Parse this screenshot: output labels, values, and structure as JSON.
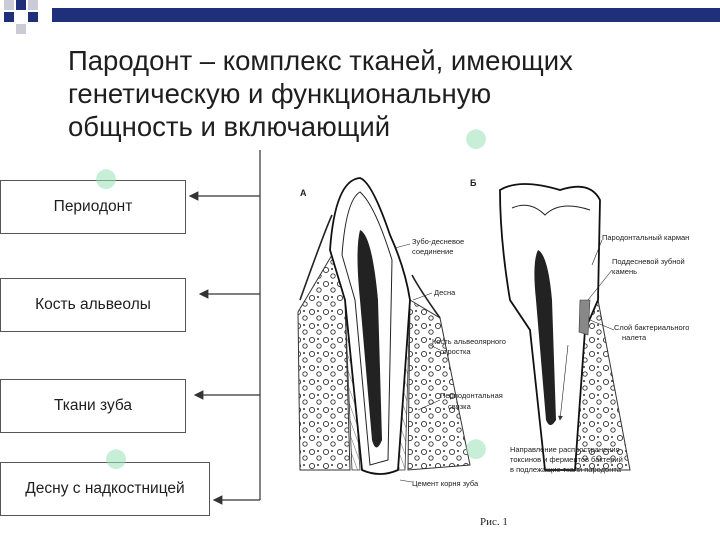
{
  "slide": {
    "title_lines": [
      "Пародонт – комплекс тканей, имеющих",
      "генетическую и функциональную",
      "общность и включающий"
    ],
    "boxes": [
      "Периодонт",
      "Кость альвеолы",
      "Ткани зуба",
      "Десну с надкостницей"
    ]
  },
  "figure": {
    "panel_a_letter": "А",
    "panel_b_letter": "Б",
    "caption": "Рис. 1",
    "labels_a": [
      "Зубо-десневое",
      "соединение",
      "Десна",
      "Кость альвеолярного",
      "отростка",
      "Периодонтальная",
      "связка",
      "Цемент корня зуба"
    ],
    "labels_b": [
      "Пародонтальный карман",
      "Поддесневой зубной",
      "камень",
      "Слой бактериального",
      "налета",
      "Направление распространения",
      "токсинов и ферментов бактерий",
      "в подлежащие ткани пародонта"
    ]
  },
  "colors": {
    "topbar": "#1f2f7a",
    "square_dark": "#1f2f7a",
    "square_light": "#c9cbd6",
    "watermark": "#9be3b8"
  }
}
